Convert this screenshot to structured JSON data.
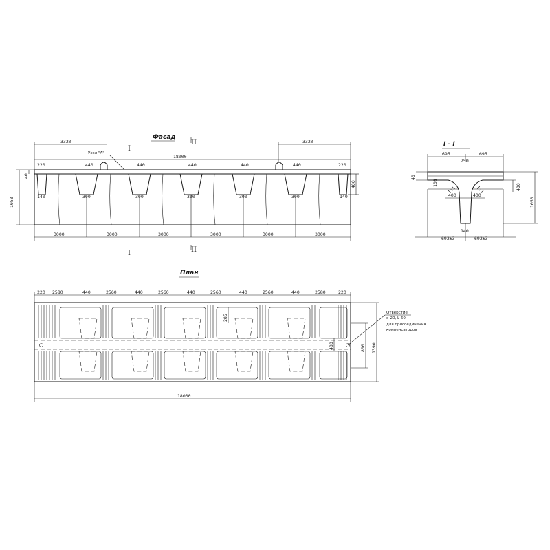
{
  "facade": {
    "title": "Фасад",
    "top_dims": [
      "3320",
      "18000",
      "3320"
    ],
    "node_label": "Узел \"А\"",
    "rib_top": [
      "220",
      "440",
      "440",
      "440",
      "440",
      "440",
      "220"
    ],
    "rib_bottom": [
      "140",
      "300",
      "300",
      "300",
      "300",
      "300",
      "140"
    ],
    "bays": [
      "3000",
      "3000",
      "3000",
      "3000",
      "3000",
      "3000"
    ],
    "height": "1050",
    "flange": "40",
    "rib_h": "400"
  },
  "section_marks": {
    "one": "I",
    "two": "II"
  },
  "section": {
    "title": "I - I",
    "top": [
      "695",
      "695"
    ],
    "mid": "250",
    "slope1": "1:1",
    "slope2": "1:1",
    "web": [
      "400",
      "400"
    ],
    "left_h": "108",
    "flange": "40",
    "rib_h": "400",
    "height": "1050",
    "base": "140",
    "bottom": [
      "692±3",
      "692±3"
    ]
  },
  "plan": {
    "title": "План",
    "top_dims": [
      "220",
      "2580",
      "440",
      "2560",
      "440",
      "2560",
      "440",
      "2560",
      "440",
      "2560",
      "440",
      "2580",
      "220"
    ],
    "inner": "285",
    "total": "18000",
    "width": "1390",
    "inner_w": "800",
    "gap": "480",
    "note_lines": [
      "Отверстие",
      "d-20, L-60",
      "для присоединения",
      "компенсаторов"
    ]
  }
}
